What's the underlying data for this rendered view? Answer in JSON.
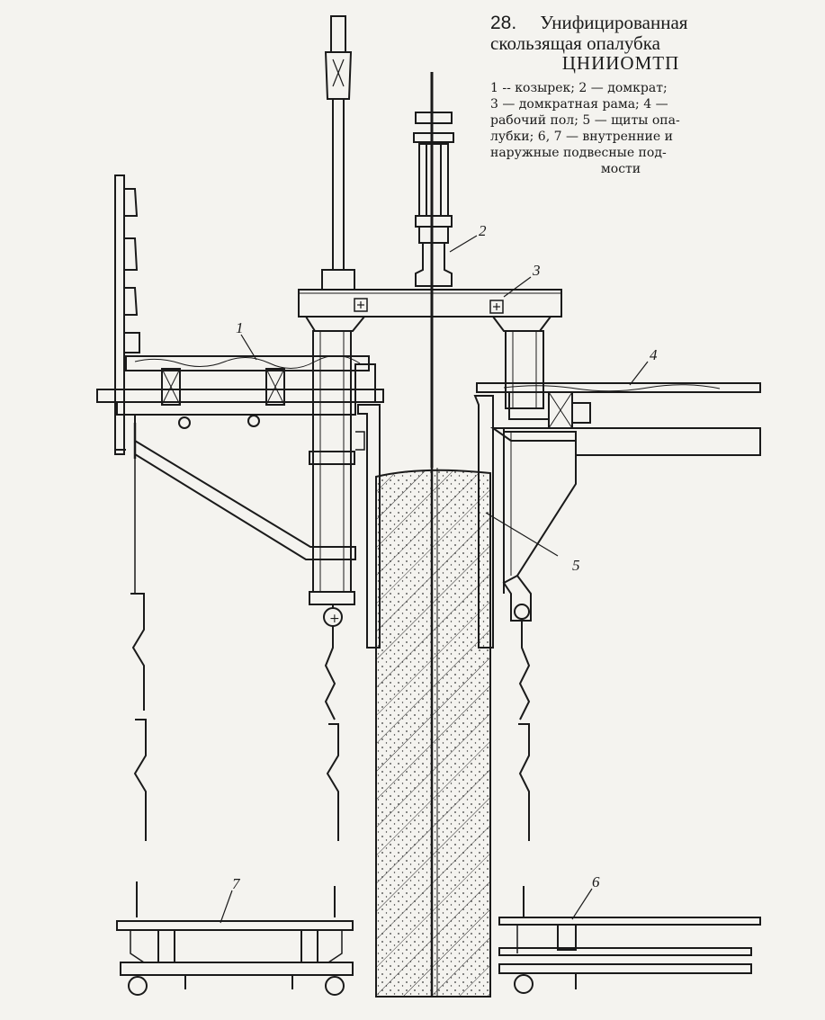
{
  "caption": {
    "number": "28.",
    "title_line1": "Унифицированная",
    "title_line2": "скользящая опалубка",
    "title_line3": "ЦНИИОМТП",
    "legend_line1": "1 -- козырек; 2 — домкрат;",
    "legend_line2": "3 — домкратная рама; 4 —",
    "legend_line3": "рабочий пол; 5 — щиты опа-",
    "legend_line4": "лубки; 6, 7 — внутренние и",
    "legend_line5": "наружные подвесные под-",
    "legend_line6": "мости"
  },
  "labels": {
    "l1": "1",
    "l2": "2",
    "l3": "3",
    "l4": "4",
    "l5": "5",
    "l6": "6",
    "l7": "7"
  },
  "colors": {
    "ink": "#1a1a1a",
    "paper": "#f4f3ef"
  }
}
